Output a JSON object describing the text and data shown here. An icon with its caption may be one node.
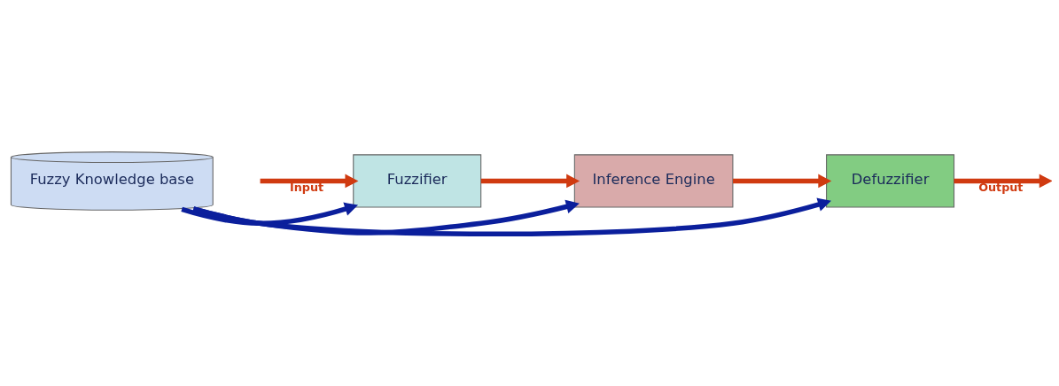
{
  "diagram": {
    "nodes": [
      {
        "text": [
          "Fuzzifier"
        ]
      },
      {
        "text": [
          "Inference Engine"
        ]
      },
      {
        "text": [
          "Defuzzifier"
        ]
      },
      {
        "text": [
          "Fuzzy Knowledge base"
        ]
      }
    ],
    "edges": [
      {
        "from": null,
        "to": 0,
        "arrow": "to",
        "label": "Input"
      },
      {
        "from": 0,
        "to": 1,
        "arrow": "to"
      },
      {
        "from": 1,
        "to": 2,
        "arrow": "to"
      },
      {
        "from": 2,
        "to": null,
        "arrow": "to",
        "label": "Output"
      },
      {
        "from": 3,
        "to": 0,
        "arrow": "to",
        "color": "#0b1f9c"
      },
      {
        "from": 3,
        "to": 1,
        "arrow": "to",
        "color": "#0b1f9c"
      },
      {
        "from": 3,
        "to": 2,
        "arrow": "to",
        "color": "#0b1f9c"
      }
    ]
  }
}
